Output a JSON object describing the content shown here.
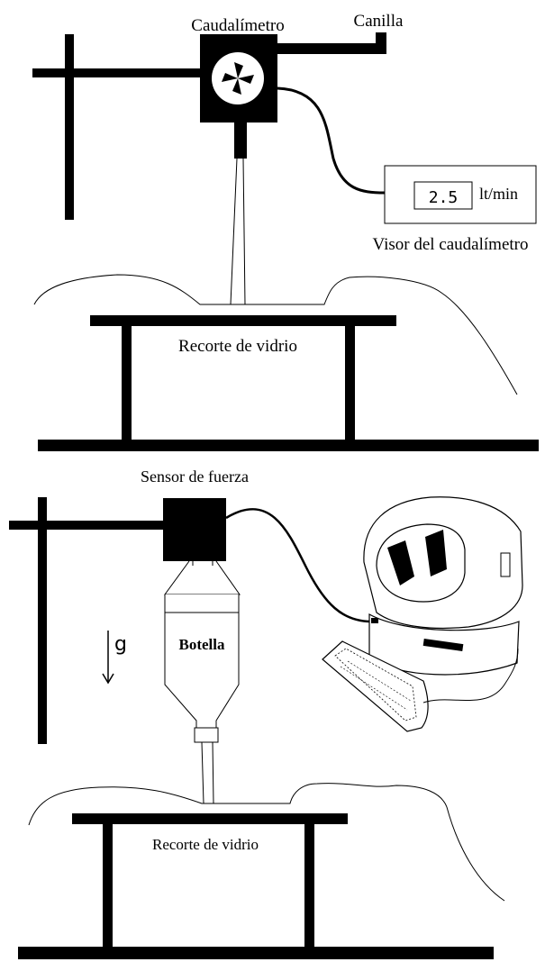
{
  "top_setup": {
    "flowmeter_label": "Caudalímetro",
    "faucet_label": "Canilla",
    "display": {
      "value": "2.5",
      "unit": "lt/min",
      "label": "Visor del caudalímetro"
    },
    "glass_label": "Recorte de vidrio"
  },
  "bottom_setup": {
    "sensor_label": "Sensor de fuerza",
    "gravity_symbol": "g",
    "bottle_label": "Botella",
    "glass_label": "Recorte de vidrio"
  }
}
